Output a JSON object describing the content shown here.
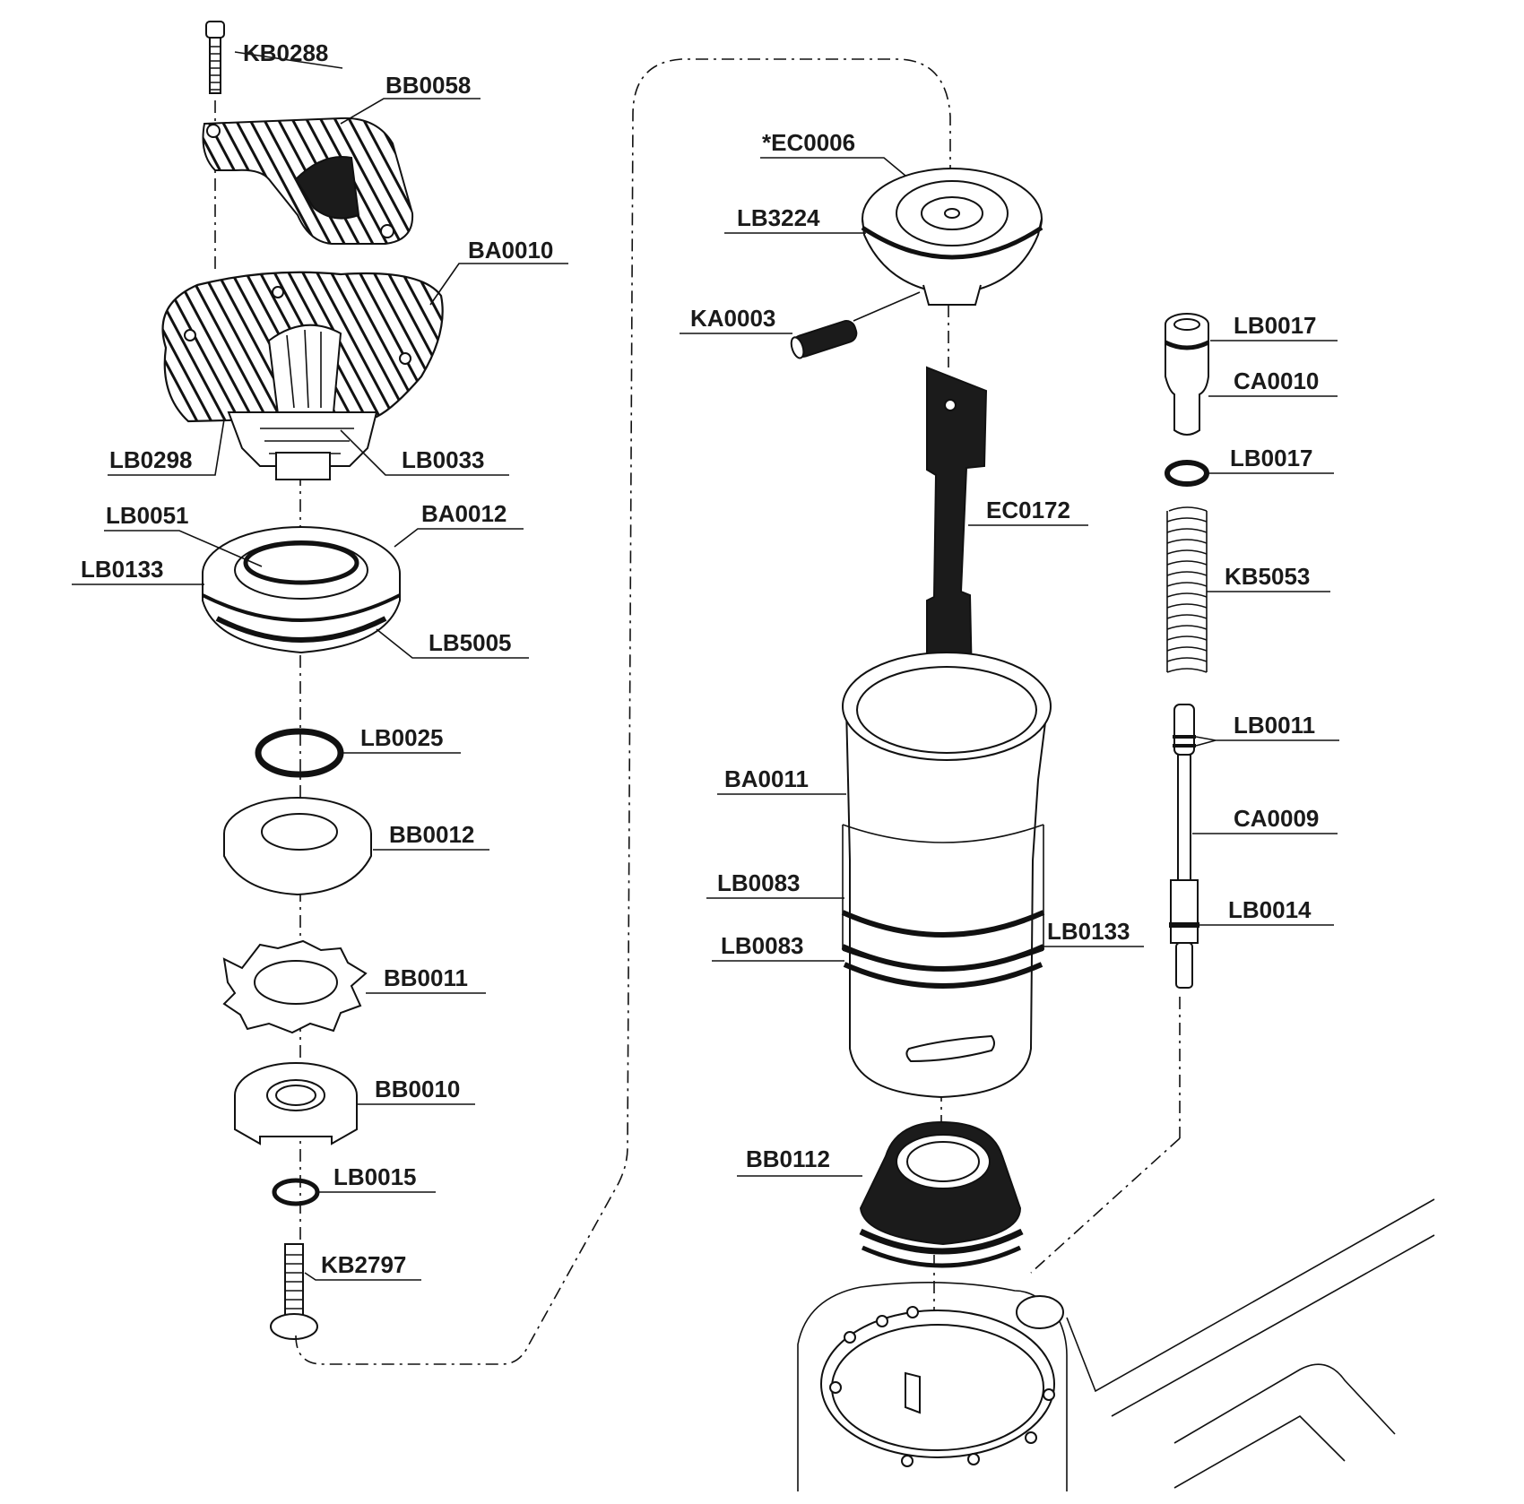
{
  "labels": {
    "KB0288": "KB0288",
    "BB0058": "BB0058",
    "BA0010": "BA0010",
    "LB0298": "LB0298",
    "LB0033": "LB0033",
    "LB0051": "LB0051",
    "BA0012": "BA0012",
    "LB0133_left": "LB0133",
    "LB5005": "LB5005",
    "LB0025": "LB0025",
    "BB0012": "BB0012",
    "BB0011": "BB0011",
    "BB0010": "BB0010",
    "LB0015": "LB0015",
    "KB2797": "KB2797",
    "EC0006": "*EC0006",
    "LB3224": "LB3224",
    "KA0003": "KA0003",
    "EC0172": "EC0172",
    "BA0011": "BA0011",
    "LB0083_a": "LB0083",
    "LB0083_b": "LB0083",
    "LB0133_right": "LB0133",
    "BB0112": "BB0112",
    "LB0017_a": "LB0017",
    "CA0010": "CA0010",
    "LB0017_b": "LB0017",
    "KB5053": "KB5053",
    "LB0011": "LB0011",
    "CA0009": "CA0009",
    "LB0014": "LB0014"
  }
}
